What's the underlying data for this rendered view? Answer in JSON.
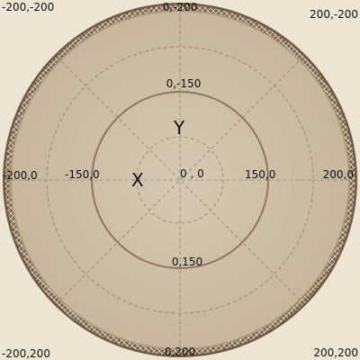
{
  "map": {
    "colors": {
      "parchment": "#f3ebde",
      "disc_fill": "#cdbfa8",
      "rim_outer": "#6e5a44",
      "rim_inner": "#b09a7c",
      "rim_pattern": "#e9dcc3",
      "grid_line": "#7f6d57",
      "text": "#111111"
    },
    "corners": {
      "top_left": "-200,-200",
      "top_right": "200,-200",
      "bottom_left": "-200,200",
      "bottom_right": "200,200"
    },
    "edge_labels": {
      "top": "0,-200",
      "bottom": "0,200",
      "left": "-200,0",
      "right": "200,0"
    },
    "inner_labels": {
      "top": "0,-150",
      "bottom": "0,150",
      "left": "-150,0",
      "right": "150,0"
    },
    "center_label": "0 , 0",
    "axis_x": "X",
    "axis_y": "Y"
  }
}
